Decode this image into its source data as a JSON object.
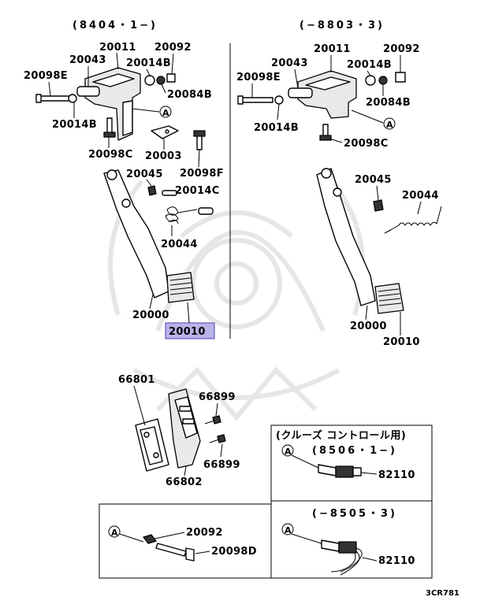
{
  "headers": {
    "left_range": "(8404・1−)",
    "right_range": "(−8803・3)"
  },
  "left_labels": {
    "p20011": "20011",
    "p20092": "20092",
    "p20043": "20043",
    "p20014B_a": "20014B",
    "p20098E": "20098E",
    "p20084B": "20084B",
    "p20014B_b": "20014B",
    "p20098C": "20098C",
    "p20003": "20003",
    "p20045": "20045",
    "p20098F": "20098F",
    "p20014C": "20014C",
    "p20044": "20044",
    "p20000": "20000",
    "p20010": "20010"
  },
  "right_labels": {
    "p20011": "20011",
    "p20092": "20092",
    "p20043": "20043",
    "p20014B_a": "20014B",
    "p20098E": "20098E",
    "p20084B": "20084B",
    "p20014B_b": "20014B",
    "p20098C": "20098C",
    "p20045": "20045",
    "p20044": "20044",
    "p20000": "20000",
    "p20010": "20010"
  },
  "lower_labels": {
    "p66801": "66801",
    "p66899_a": "66899",
    "p66899_b": "66899",
    "p66802": "66802"
  },
  "callout": "A",
  "box_bottom_left": {
    "p20092": "20092",
    "p20098D": "20098D"
  },
  "box_right": {
    "cruise_note": "(クルーズ コントロール用)",
    "range_top": "(8506・1−)",
    "part_top": "82110",
    "range_bottom": "(−8505・3)",
    "part_bottom": "82110"
  },
  "diagram_code": "3CR781",
  "highlight_color": "#b9b3e8"
}
